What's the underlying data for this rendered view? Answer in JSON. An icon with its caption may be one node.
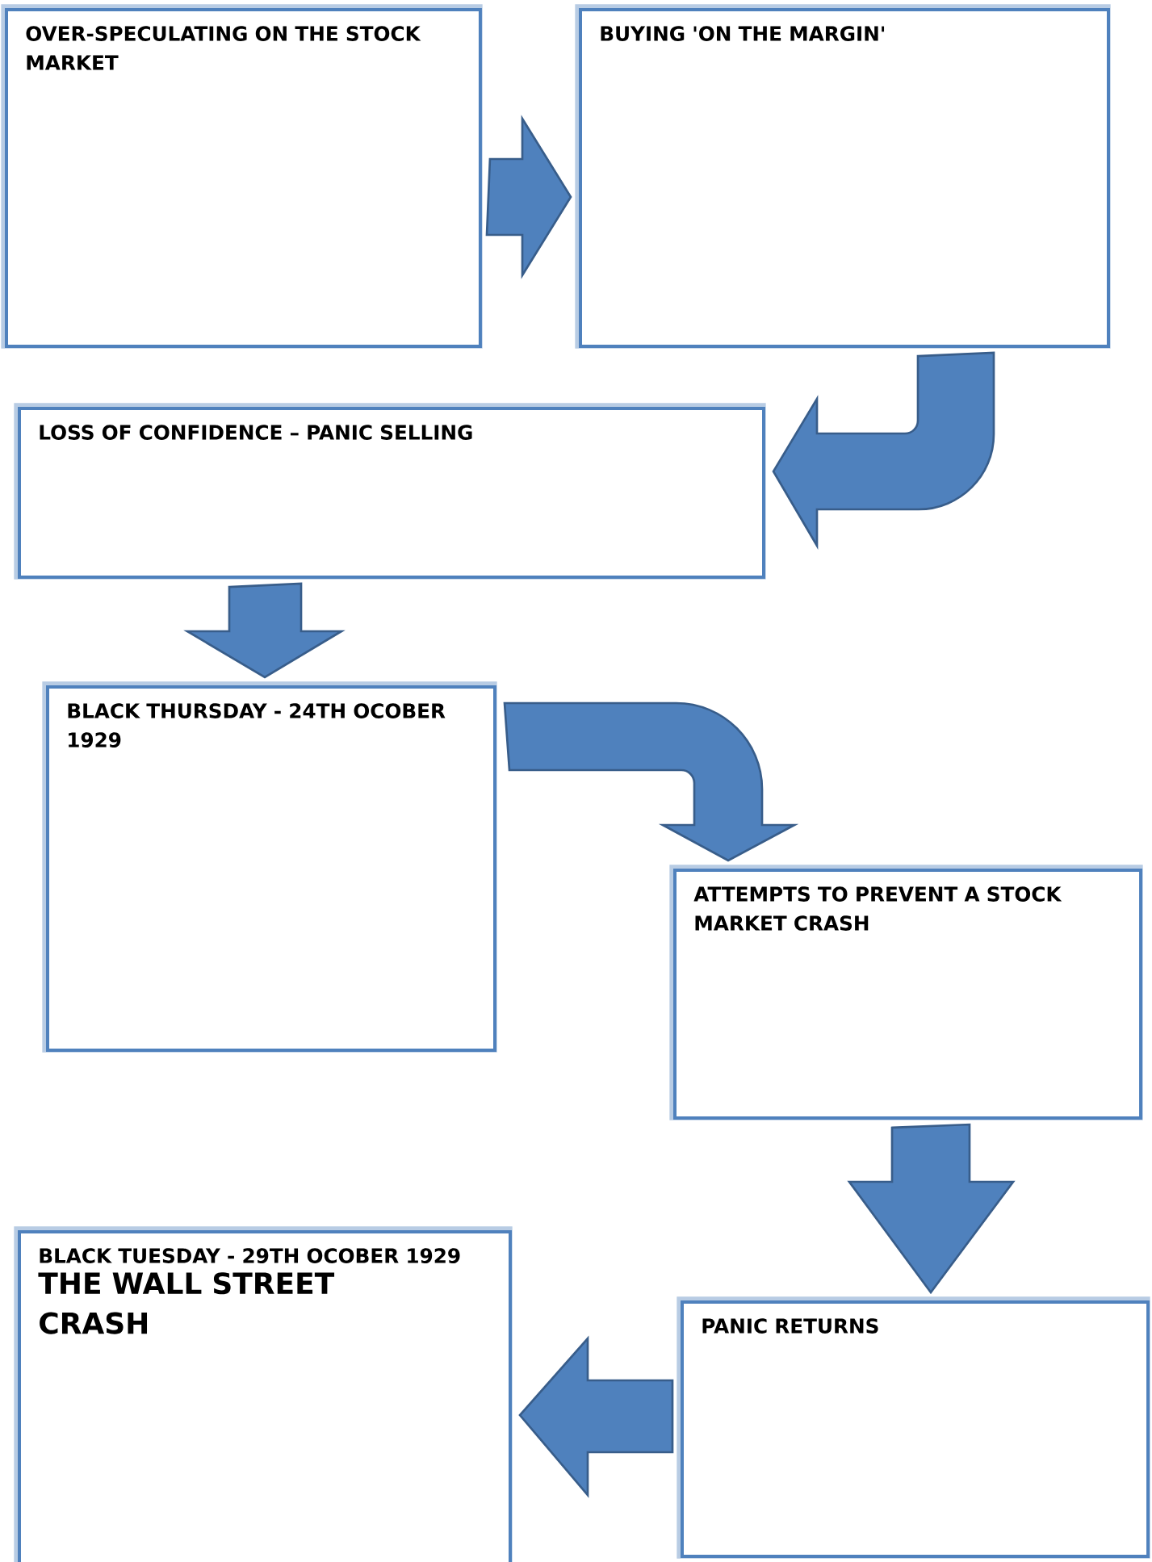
{
  "diagram": {
    "nodes": [
      {
        "text": [
          "OVER-SPECULATING ON THE STOCK MARKET"
        ]
      },
      {
        "text": [
          "BUYING 'ON THE MARGIN'"
        ]
      },
      {
        "text": [
          "LOSS OF CONFIDENCE – PANIC SELLING"
        ]
      },
      {
        "text": [
          "BLACK THURSDAY - 24TH OCOBER 1929"
        ]
      },
      {
        "text": [
          "ATTEMPTS TO PREVENT A STOCK MARKET CRASH"
        ]
      },
      {
        "text": [
          "PANIC RETURNS"
        ]
      },
      {
        "text": [
          "BLACK TUESDAY - 29TH OCOBER 1929",
          "THE WALL STREET CRASH"
        ]
      }
    ],
    "edges": [
      {
        "from": 0,
        "to": 1,
        "arrow": "to"
      },
      {
        "from": 1,
        "to": 2,
        "arrow": "to"
      },
      {
        "from": 2,
        "to": 3,
        "arrow": "to"
      },
      {
        "from": 3,
        "to": 4,
        "arrow": "to"
      },
      {
        "from": 4,
        "to": 5,
        "arrow": "to"
      },
      {
        "from": 5,
        "to": 6,
        "arrow": "to"
      }
    ]
  }
}
